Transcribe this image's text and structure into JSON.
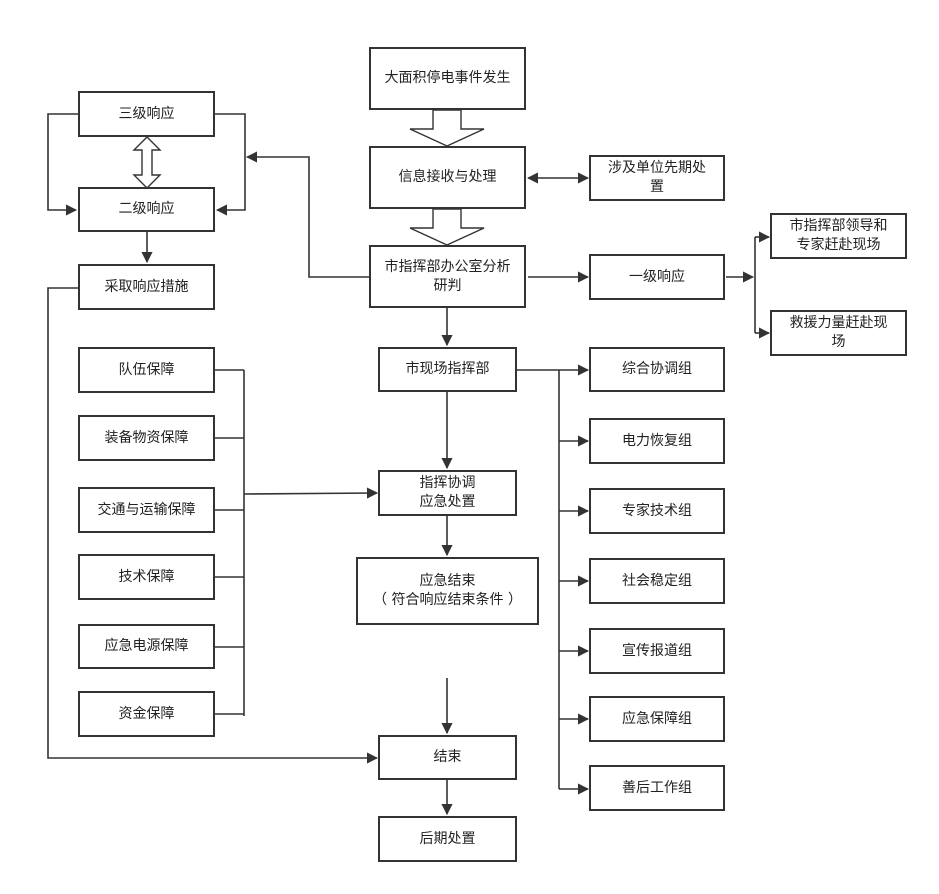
{
  "colors": {
    "line": "#333333",
    "box_border": "#333333",
    "text": "#222222",
    "background": "#ffffff"
  },
  "nodes": {
    "outage_occurs": "大面积停电事件发生",
    "info_receive": "信息接收与处理",
    "units_first_response": "涉及单位先期处\n置",
    "analysis": "市指挥部办公室分析\n研判",
    "level1": "一级响应",
    "leaders_to_scene": "市指挥部领导和\n专家赶赴现场",
    "rescue_to_scene": "救援力量赶赴现\n场",
    "level3": "三级响应",
    "level2": "二级响应",
    "take_measures": "采取响应措施",
    "onsite_hq": "市现场指挥部",
    "coordinate": "指挥协调\n应急处置",
    "end_response": "应急结束\n（ 符合响应结束条件 ）",
    "end": "结束",
    "aftermath": "后期处置",
    "guarantees": [
      "队伍保障",
      "装备物资保障",
      "交通与运输保障",
      "技术保障",
      "应急电源保障",
      "资金保障"
    ],
    "groups": [
      "综合协调组",
      "电力恢复组",
      "专家技术组",
      "社会稳定组",
      "宣传报道组",
      "应急保障组",
      "善后工作组"
    ]
  }
}
